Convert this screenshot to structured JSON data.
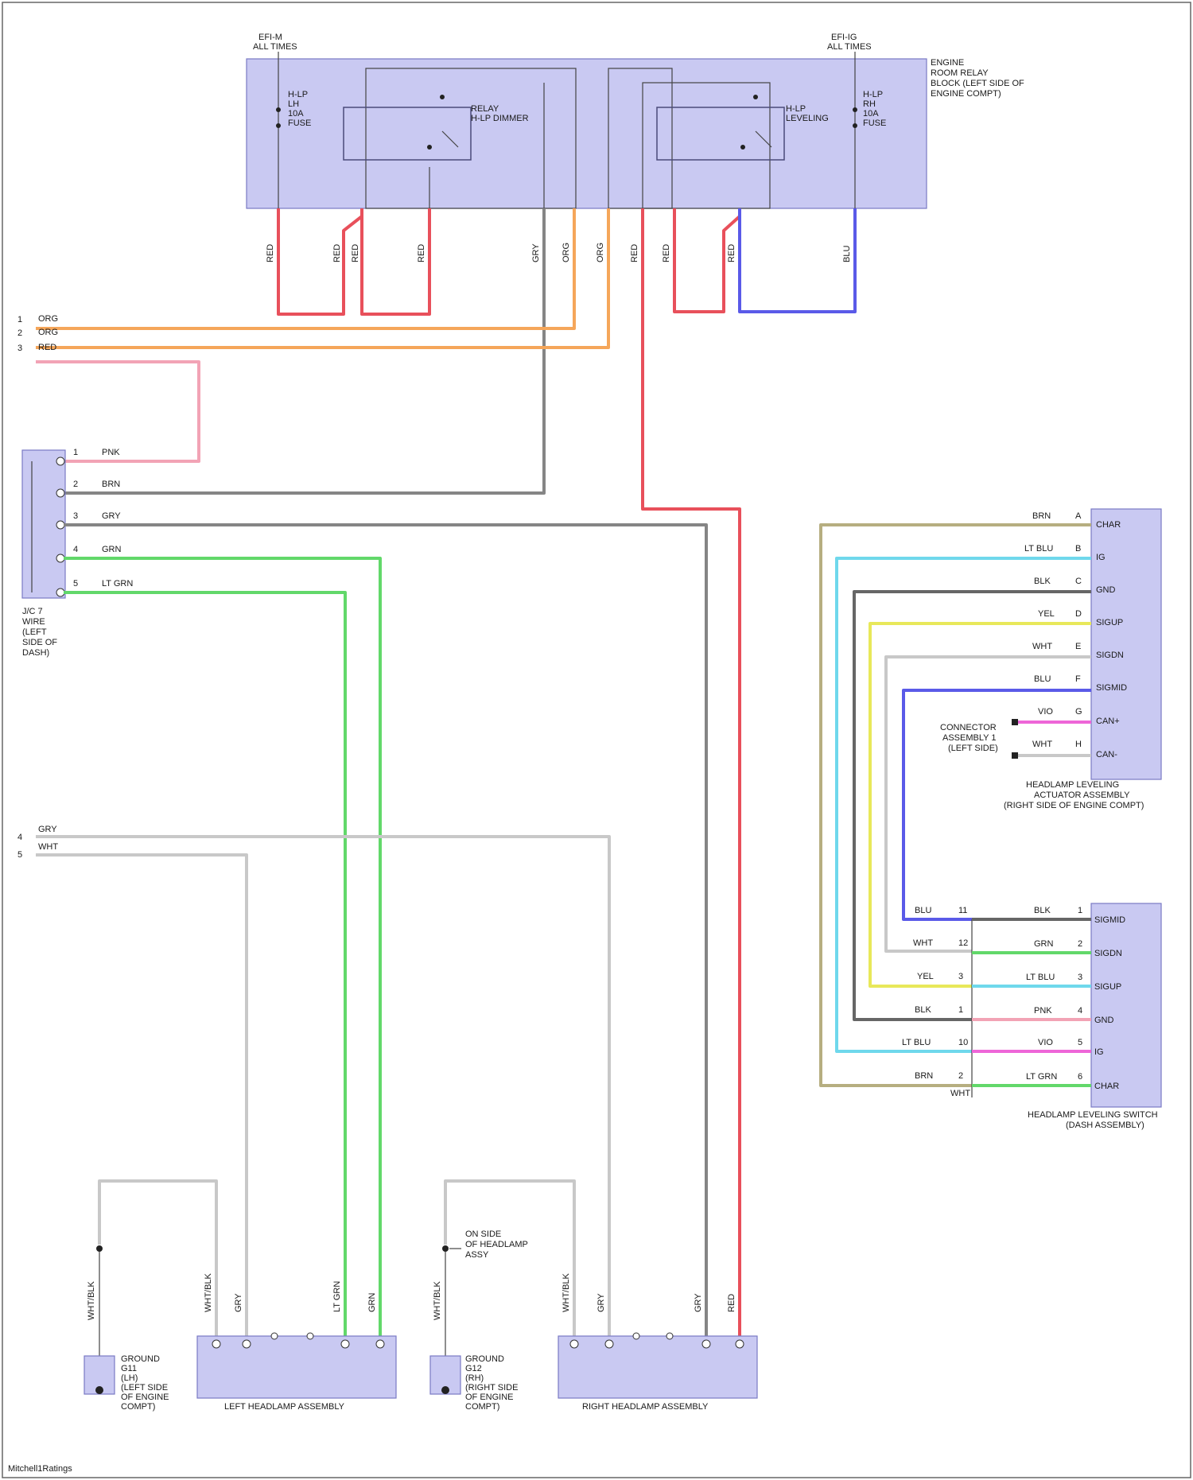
{
  "diagram": {
    "footer": "Mitchell1Ratings",
    "fuses": [
      {
        "id": "fuse-left",
        "top": "EFI-M",
        "sub": "ALL TIMES",
        "label": [
          "H-LP",
          "LH",
          "10A",
          "FUSE"
        ]
      },
      {
        "id": "fuse-right",
        "top": "EFI-IG",
        "sub": "ALL TIMES",
        "label": [
          "H-LP",
          "RH",
          "10A",
          "FUSE"
        ]
      }
    ],
    "relays": [
      {
        "id": "relay-left",
        "label": [
          "RELAY",
          "H-LP DIMMER"
        ]
      },
      {
        "id": "relay-right",
        "label": [
          "H-LP",
          "LEVELING"
        ]
      }
    ],
    "engine_room_box": [
      "ENGINE",
      "ROOM RELAY",
      "BLOCK (LEFT SIDE OF",
      "ENGINE COMPT)"
    ],
    "wire_labels_top": [
      "RED",
      "RED",
      "RED",
      "RED",
      "GRY",
      "ORG",
      "ORG",
      "RED",
      "RED",
      "RED",
      "BLU"
    ],
    "left_inputs": [
      {
        "pin": "1",
        "color": "ORG"
      },
      {
        "pin": "2",
        "color": "ORG"
      },
      {
        "pin": "3",
        "color": "RED"
      }
    ],
    "junction": {
      "label": [
        "J/C 7",
        "WIRE",
        "(LEFT",
        "SIDE OF",
        "DASH)"
      ],
      "rows": [
        {
          "pin": "1",
          "color": "PNK"
        },
        {
          "pin": "2",
          "color": "BRN"
        },
        {
          "pin": "3",
          "color": "GRY"
        },
        {
          "pin": "4",
          "color": "GRN"
        },
        {
          "pin": "5",
          "color": "LT GRN"
        }
      ]
    },
    "lower_inputs": [
      {
        "pin": "4",
        "color": "GRY"
      },
      {
        "pin": "5",
        "color": "WHT"
      }
    ],
    "right_module": {
      "label": [
        "HEADLAMP LEVELING",
        "ACTUATOR ASSEMBLY",
        "(RIGHT SIDE OF ENGINE COMPT)"
      ],
      "rows": [
        {
          "color": "BRN",
          "pin": "A",
          "name": "CHAR"
        },
        {
          "color": "LT BLU",
          "pin": "B",
          "name": "IG"
        },
        {
          "color": "BLK",
          "pin": "C",
          "name": "GND"
        },
        {
          "color": "YEL",
          "pin": "D",
          "name": "SIGUP"
        },
        {
          "color": "WHT",
          "pin": "E",
          "name": "SIGDN"
        },
        {
          "color": "BLU",
          "pin": "F",
          "name": "SIGMID"
        },
        {
          "color": "VIO",
          "pin": "G",
          "name": "CAN+"
        },
        {
          "color": "WHT",
          "pin": "H",
          "name": "CAN-"
        }
      ],
      "connector_note": [
        "CONNECTOR",
        "ASSEMBLY 1",
        "(LEFT SIDE)"
      ]
    },
    "switch_module": {
      "label": [
        "HEADLAMP LEVELING SWITCH",
        "(DASH ASSEMBLY)"
      ],
      "left_rows": [
        {
          "color": "BLU",
          "pin": "11"
        },
        {
          "color": "WHT",
          "pin": "12"
        },
        {
          "color": "YEL",
          "pin": "3"
        },
        {
          "color": "BLK",
          "pin": "1"
        },
        {
          "color": "LT BLU",
          "pin": "10"
        },
        {
          "color": "BRN",
          "pin": "2"
        }
      ],
      "right_rows": [
        {
          "color": "BLK",
          "pin": "1",
          "name": "SIGMID"
        },
        {
          "color": "GRN",
          "pin": "2",
          "name": "SIGDN"
        },
        {
          "color": "LT BLU",
          "pin": "3",
          "name": "SIGUP"
        },
        {
          "color": "PNK",
          "pin": "4",
          "name": "GND"
        },
        {
          "color": "VIO",
          "pin": "5",
          "name": "IG"
        },
        {
          "color": "LT GRN",
          "pin": "6",
          "name": "CHAR"
        }
      ],
      "bottom_note": "WHT"
    },
    "bottom_left": {
      "ground_label": [
        "GROUND",
        "G11",
        "(LH)",
        "(LEFT SIDE",
        "OF ENGINE",
        "COMPT)"
      ],
      "ground_wire": "WHT/BLK",
      "connector_title": "LEFT HEADLAMP ASSEMBLY",
      "wire_labels": [
        "WHT/BLK",
        "GRY",
        "LT GRN",
        "GRN"
      ]
    },
    "bottom_right": {
      "ground_label": [
        "GROUND",
        "G12",
        "(RH)",
        "(RIGHT SIDE",
        "OF ENGINE",
        "COMPT)"
      ],
      "ground_wire": "WHT/BLK",
      "splice_note": [
        "ON SIDE",
        "OF HEADLAMP",
        "ASSY"
      ],
      "connector_title": "RIGHT HEADLAMP ASSEMBLY",
      "wire_labels": [
        "WHT/BLK",
        "GRY",
        "GRY",
        "RED"
      ]
    }
  }
}
